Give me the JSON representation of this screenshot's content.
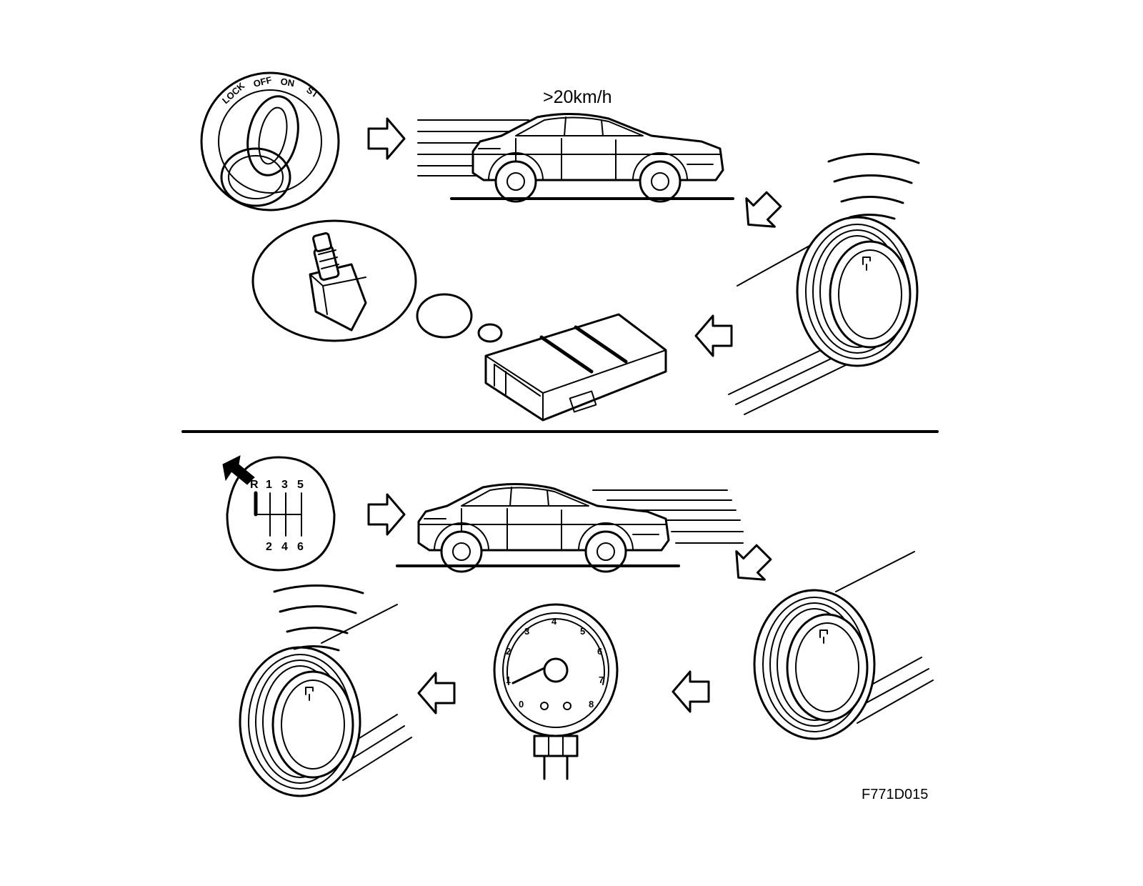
{
  "speed_label": ">20km/h",
  "figure_id": "F771D015",
  "ignition_positions": [
    "LOCK",
    "OFF",
    "ON",
    "ST"
  ],
  "gear_top": [
    "R",
    "1",
    "3",
    "5"
  ],
  "gear_bottom": [
    "2",
    "4",
    "6"
  ],
  "gauge_numbers": [
    "0",
    "1",
    "2",
    "3",
    "4",
    "5",
    "6",
    "7",
    "8"
  ]
}
